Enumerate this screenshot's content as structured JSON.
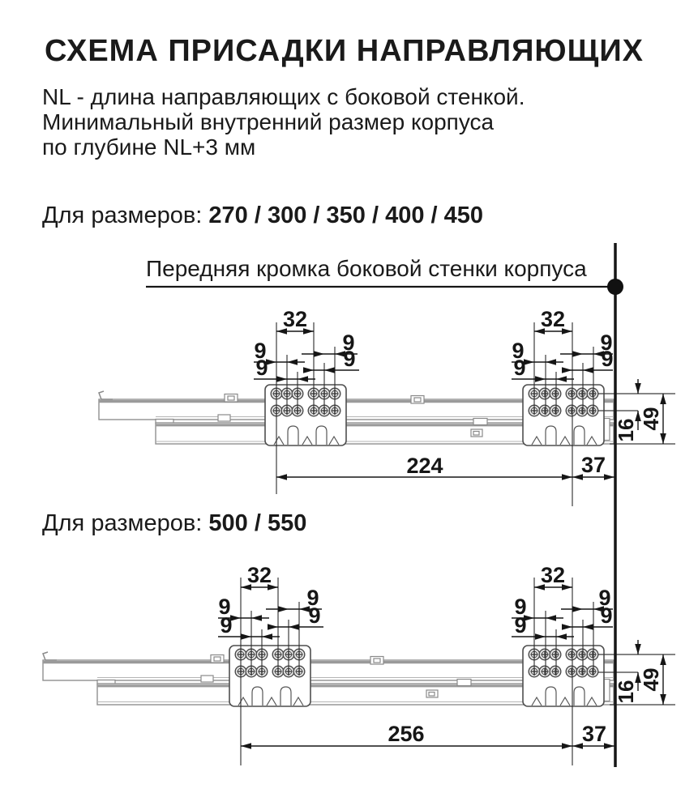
{
  "title": "СХЕМА ПРИСАДКИ НАПРАВЛЯЮЩИХ",
  "description": [
    "NL - длина направляющих с боковой стенкой.",
    "Минимальный внутренний размер корпуса",
    "по глубине NL+3 мм"
  ],
  "front_edge": {
    "label": "Передняя кромка боковой стенки корпуса"
  },
  "sections": [
    {
      "prefix": "Для размеров:",
      "sizes": "270 / 300 / 350 / 400 / 450",
      "dim_back": "224",
      "dim_front": "37"
    },
    {
      "prefix": "Для размеров:",
      "sizes": "500 / 550",
      "dim_back": "256",
      "dim_front": "37"
    }
  ],
  "dims": {
    "group_pitch": "32",
    "hole_pitch": "9",
    "row_gap": "16",
    "row_height": "49"
  }
}
